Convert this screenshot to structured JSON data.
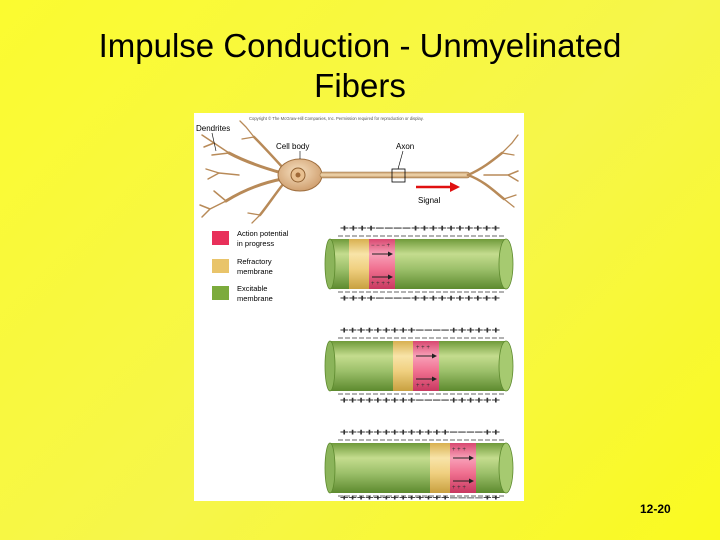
{
  "slide": {
    "title_line1": "Impulse Conduction - Unmyelinated",
    "title_line2": "Fibers",
    "number": "12-20",
    "copyright": "Copyright © The McGraw-Hill Companies, Inc. Permission required for reproduction or display."
  },
  "neuron": {
    "dendrites_label": "Dendrites",
    "cell_body_label": "Cell body",
    "axon_label": "Axon",
    "signal_label": "Signal"
  },
  "legend": [
    {
      "line1": "Action potential",
      "line2": "in progress",
      "color": "#e8305a"
    },
    {
      "line1": "Refractory",
      "line2": "membrane",
      "color": "#e9c46a"
    },
    {
      "line1": "Excitable",
      "line2": "membrane",
      "color": "#7cab3c"
    }
  ],
  "colors": {
    "slide_background": "#f8f83a",
    "fiber_green": "#9cc06a",
    "refractory_yellow": "#f0d080",
    "action_potential_pink": "#f07090",
    "signal_arrow": "#e01010"
  },
  "fibers": [
    {
      "top_charges": "++++−−−−++++++++++",
      "bottom_charges": "++++−−−−++++++++++",
      "inner_top": "− − − +",
      "inner_bottom": "+ + + +"
    },
    {
      "top_charges": "+++++++++−−−−++++++",
      "bottom_charges": "+++++++++−−−−++++++",
      "inner_top": "+ + +",
      "inner_bottom": "+ + +"
    },
    {
      "top_charges": "+++++++++++++−−−−++",
      "bottom_charges": "+++++++++++++−−−−++",
      "inner_top": "+ + +",
      "inner_bottom": "+ + +"
    }
  ]
}
